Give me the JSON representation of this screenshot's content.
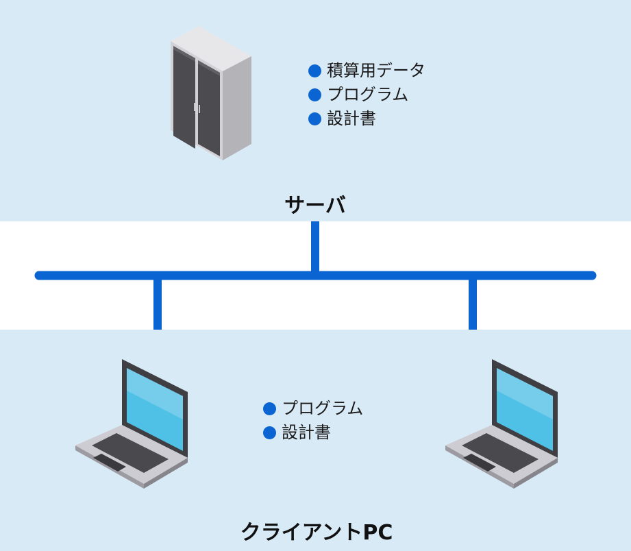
{
  "server": {
    "label": "サーバ",
    "items": [
      "積算用データ",
      "プログラム",
      "設計書"
    ]
  },
  "client": {
    "label": "クライアントPC",
    "items": [
      "プログラム",
      "設計書"
    ]
  },
  "colors": {
    "panel": "#d9eaf7",
    "network_line": "#0a64d2",
    "bullet": "#0a64d2"
  },
  "icons": {
    "server": "server-rack-icon",
    "client": "laptop-icon"
  }
}
